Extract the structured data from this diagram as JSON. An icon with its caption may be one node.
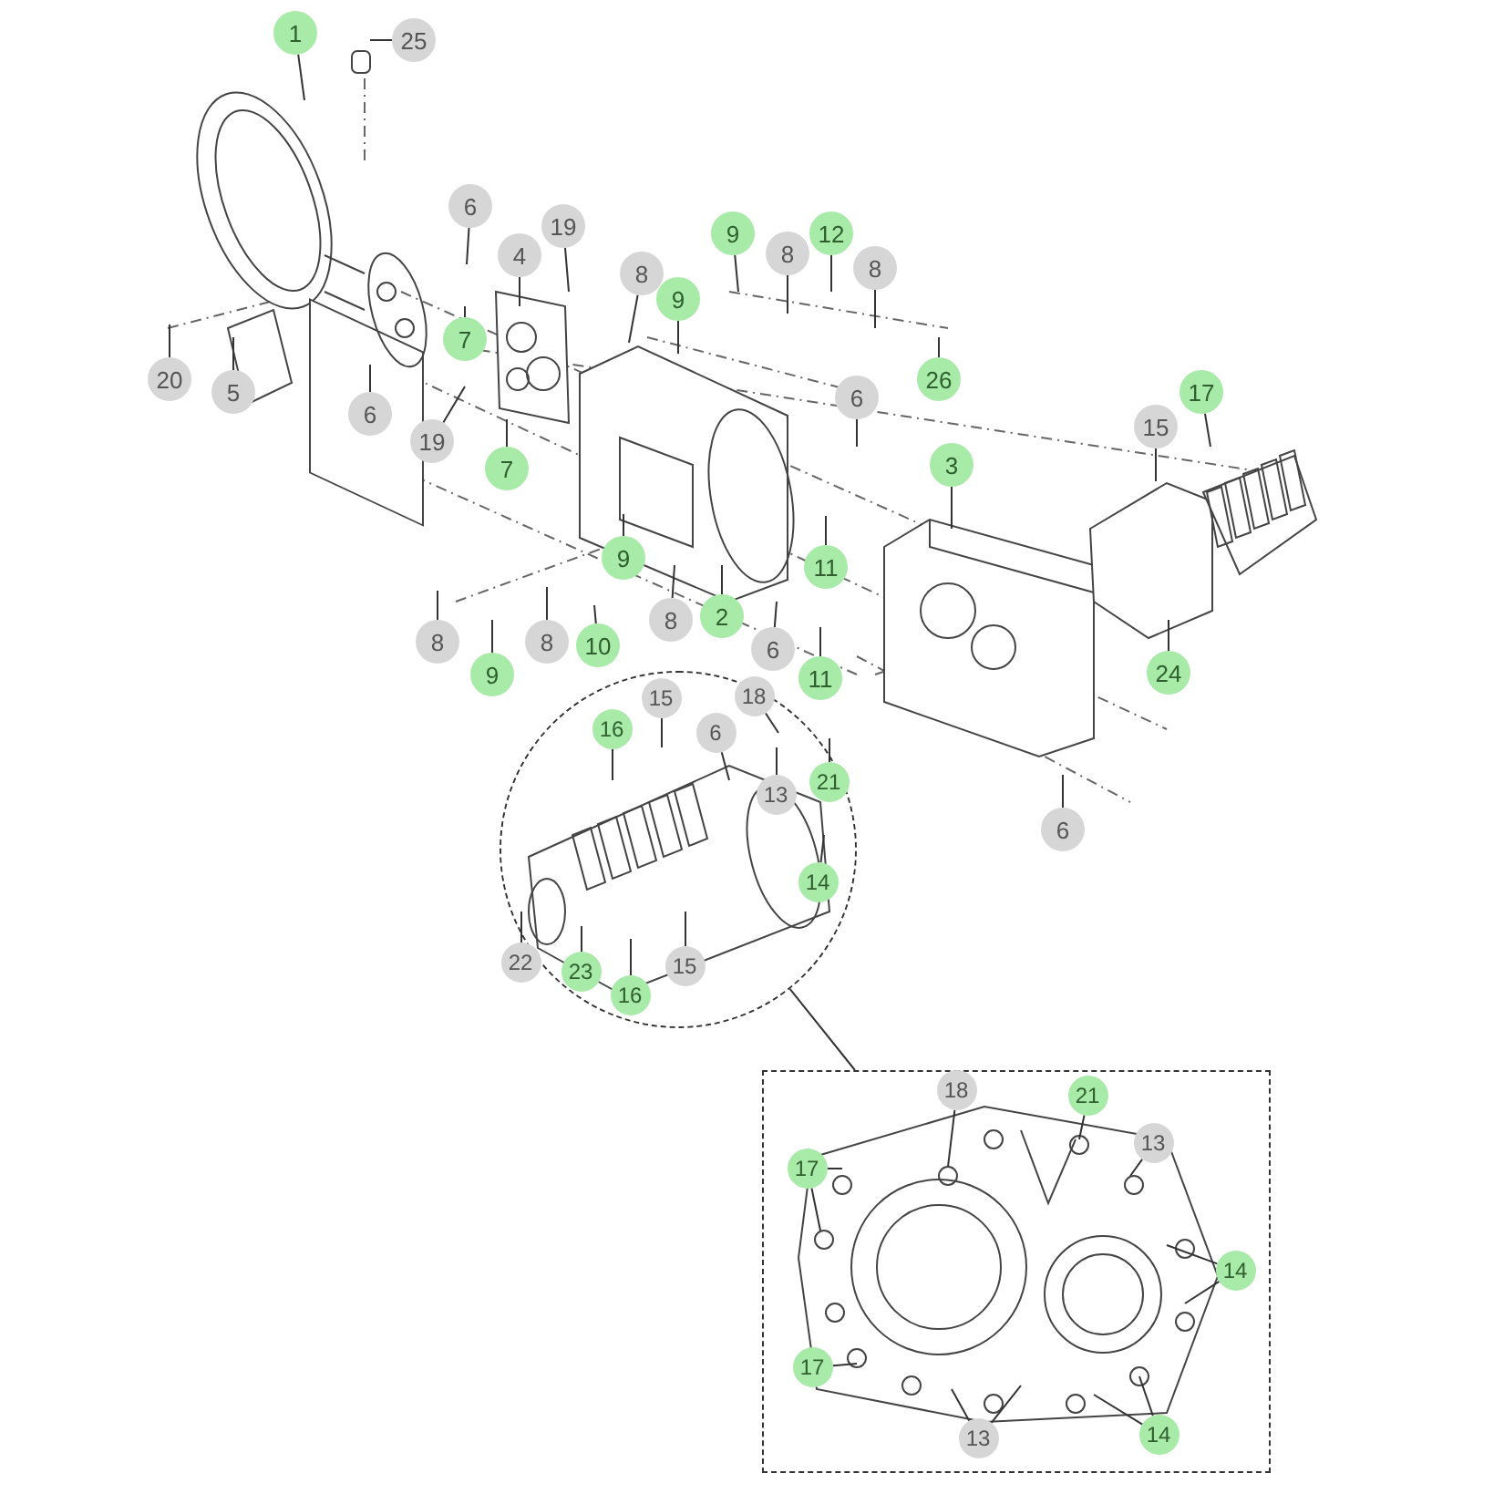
{
  "diagram": {
    "nodes": [
      {
        "text": [
          "1"
        ]
      },
      {
        "text": [
          "25"
        ]
      },
      {
        "text": [
          "6"
        ]
      },
      {
        "text": [
          "4"
        ]
      },
      {
        "text": [
          "19"
        ]
      },
      {
        "text": [
          "7"
        ]
      },
      {
        "text": [
          "20"
        ]
      },
      {
        "text": [
          "5"
        ]
      },
      {
        "text": [
          "6"
        ]
      },
      {
        "text": [
          "19"
        ]
      },
      {
        "text": [
          "7"
        ]
      },
      {
        "text": [
          "8"
        ]
      },
      {
        "text": [
          "9"
        ]
      },
      {
        "text": [
          "9"
        ]
      },
      {
        "text": [
          "8"
        ]
      },
      {
        "text": [
          "12"
        ]
      },
      {
        "text": [
          "8"
        ]
      },
      {
        "text": [
          "26"
        ]
      },
      {
        "text": [
          "6"
        ]
      },
      {
        "text": [
          "3"
        ]
      },
      {
        "text": [
          "17"
        ]
      },
      {
        "text": [
          "15"
        ]
      },
      {
        "text": [
          "11"
        ]
      },
      {
        "text": [
          "9"
        ]
      },
      {
        "text": [
          "8"
        ]
      },
      {
        "text": [
          "2"
        ]
      },
      {
        "text": [
          "8"
        ]
      },
      {
        "text": [
          "9"
        ]
      },
      {
        "text": [
          "8"
        ]
      },
      {
        "text": [
          "10"
        ]
      },
      {
        "text": [
          "6"
        ]
      },
      {
        "text": [
          "11"
        ]
      },
      {
        "text": [
          "24"
        ]
      },
      {
        "text": [
          "15"
        ],
        "in": 45
      },
      {
        "text": [
          "18"
        ],
        "in": 45
      },
      {
        "text": [
          "6"
        ],
        "in": 45
      },
      {
        "text": [
          "16"
        ],
        "in": 45
      },
      {
        "text": [
          "13"
        ],
        "in": 45
      },
      {
        "text": [
          "21"
        ],
        "in": 45
      },
      {
        "text": [
          "6"
        ]
      },
      {
        "text": [
          "14"
        ],
        "in": 45
      },
      {
        "text": [
          "22"
        ],
        "in": 45
      },
      {
        "text": [
          "23"
        ],
        "in": 45
      },
      {
        "text": [
          "16"
        ],
        "in": 45
      },
      {
        "text": [
          "15"
        ],
        "in": 45
      },
      {
        "text": [],
        "shape": "circle"
      },
      {
        "text": [],
        "shape": "box"
      },
      {
        "text": [
          "18"
        ],
        "in": 46
      },
      {
        "text": [
          "21"
        ],
        "in": 46
      },
      {
        "text": [
          "13"
        ],
        "in": 46
      },
      {
        "text": [
          "17"
        ],
        "in": 46
      },
      {
        "text": [
          "14"
        ],
        "in": 46
      },
      {
        "text": [
          "17"
        ],
        "in": 46
      },
      {
        "text": [
          "13"
        ],
        "in": 46
      },
      {
        "text": [
          "14"
        ],
        "in": 46
      }
    ],
    "edges": [
      {
        "from": 0,
        "to": null,
        "arrow": "none"
      },
      {
        "from": 1,
        "to": null,
        "arrow": "none"
      },
      {
        "from": 2,
        "to": null,
        "arrow": "none"
      },
      {
        "from": 3,
        "to": null,
        "arrow": "none"
      },
      {
        "from": 4,
        "to": null,
        "arrow": "none"
      },
      {
        "from": 5,
        "to": null,
        "arrow": "none"
      },
      {
        "from": 6,
        "to": null,
        "arrow": "none"
      },
      {
        "from": 7,
        "to": null,
        "arrow": "none"
      },
      {
        "from": 8,
        "to": null,
        "arrow": "none"
      },
      {
        "from": 9,
        "to": null,
        "arrow": "none"
      },
      {
        "from": 10,
        "to": null,
        "arrow": "none"
      },
      {
        "from": 11,
        "to": null,
        "arrow": "none"
      },
      {
        "from": 12,
        "to": null,
        "arrow": "none"
      },
      {
        "from": 13,
        "to": null,
        "arrow": "none"
      },
      {
        "from": 14,
        "to": null,
        "arrow": "none"
      },
      {
        "from": 15,
        "to": null,
        "arrow": "none"
      },
      {
        "from": 16,
        "to": null,
        "arrow": "none"
      },
      {
        "from": 17,
        "to": null,
        "arrow": "none"
      },
      {
        "from": 18,
        "to": null,
        "arrow": "none"
      },
      {
        "from": 19,
        "to": null,
        "arrow": "none"
      },
      {
        "from": 20,
        "to": null,
        "arrow": "none"
      },
      {
        "from": 21,
        "to": null,
        "arrow": "none"
      },
      {
        "from": 22,
        "to": null,
        "arrow": "none"
      },
      {
        "from": 23,
        "to": null,
        "arrow": "none"
      },
      {
        "from": 24,
        "to": null,
        "arrow": "none"
      },
      {
        "from": 25,
        "to": null,
        "arrow": "none"
      },
      {
        "from": 26,
        "to": null,
        "arrow": "none"
      },
      {
        "from": 27,
        "to": null,
        "arrow": "none"
      },
      {
        "from": 28,
        "to": null,
        "arrow": "none"
      },
      {
        "from": 29,
        "to": null,
        "arrow": "none"
      },
      {
        "from": 30,
        "to": null,
        "arrow": "none"
      },
      {
        "from": 31,
        "to": null,
        "arrow": "none"
      },
      {
        "from": 32,
        "to": null,
        "arrow": "none"
      },
      {
        "from": 33,
        "to": null,
        "arrow": "none"
      },
      {
        "from": 34,
        "to": null,
        "arrow": "none"
      },
      {
        "from": 35,
        "to": null,
        "arrow": "none"
      },
      {
        "from": 36,
        "to": null,
        "arrow": "none"
      },
      {
        "from": 37,
        "to": null,
        "arrow": "none"
      },
      {
        "from": 38,
        "to": null,
        "arrow": "none"
      },
      {
        "from": 39,
        "to": null,
        "arrow": "none"
      },
      {
        "from": 40,
        "to": null,
        "arrow": "none"
      },
      {
        "from": 41,
        "to": null,
        "arrow": "none"
      },
      {
        "from": 42,
        "to": null,
        "arrow": "none"
      },
      {
        "from": 43,
        "to": null,
        "arrow": "none"
      },
      {
        "from": 44,
        "to": null,
        "arrow": "none"
      },
      {
        "from": 45,
        "to": 46,
        "arrow": "none"
      },
      {
        "from": 47,
        "to": null,
        "arrow": "none"
      },
      {
        "from": 48,
        "to": null,
        "arrow": "none"
      },
      {
        "from": 49,
        "to": null,
        "arrow": "none"
      },
      {
        "from": 50,
        "to": null,
        "arrow": "none"
      },
      {
        "from": 50,
        "to": null,
        "arrow": "none"
      },
      {
        "from": 51,
        "to": null,
        "arrow": "none"
      },
      {
        "from": 51,
        "to": null,
        "arrow": "none"
      },
      {
        "from": 52,
        "to": null,
        "arrow": "none"
      },
      {
        "from": 53,
        "to": null,
        "arrow": "none"
      },
      {
        "from": 53,
        "to": null,
        "arrow": "none"
      },
      {
        "from": 54,
        "to": null,
        "arrow": "none"
      },
      {
        "from": 54,
        "to": null,
        "arrow": "none"
      }
    ]
  }
}
